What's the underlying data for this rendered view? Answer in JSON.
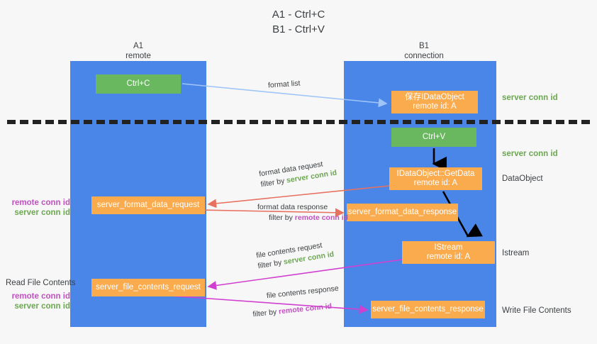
{
  "title": {
    "line1": "A1 - Ctrl+C",
    "line2": "B1 - Ctrl+V"
  },
  "lanes": {
    "a1": {
      "name": "A1",
      "subtitle": "remote"
    },
    "b1": {
      "name": "B1",
      "subtitle": "connection"
    }
  },
  "boxes": {
    "ctrl_c": "Ctrl+C",
    "ctrl_v": "Ctrl+V",
    "idataobject": {
      "line1": "保存IDataObject",
      "line2": "remote id: A"
    },
    "getdata": {
      "line1": "IDataObject::GetData",
      "line2": "remote id: A"
    },
    "istream": {
      "line1": "IStream",
      "line2": "remote id: A"
    },
    "server_format_data_request": "server_format_data_request",
    "server_format_data_response": "server_format_data_response",
    "server_file_contents_request": "server_file_contents_request",
    "server_file_contents_response": "server_file_contents_response"
  },
  "arrow_labels": {
    "format_list": "format list",
    "format_data_request": "format data request",
    "format_data_request_filter_prefix": "filter by ",
    "format_data_request_filter_value": "server conn id",
    "format_data_response": "format data response",
    "format_data_response_filter_prefix": "filter by ",
    "format_data_response_filter_value": "remote conn id",
    "file_contents_request": "file contents request",
    "file_contents_request_filter_prefix": "filter by ",
    "file_contents_request_filter_value": "server conn id",
    "file_contents_response": "file contents response",
    "file_contents_response_filter_prefix": "filter by ",
    "file_contents_response_filter_value": "remote conn id"
  },
  "side_notes": {
    "server_conn_id_top": "server conn id",
    "server_conn_id_mid": "server conn id",
    "dataobject": "DataObject",
    "istream": "Istream",
    "write_file_contents": "Write File Contents",
    "read_file_contents": "Read File Contents",
    "remote_conn_id": "remote conn id",
    "server_conn_id": "server conn id"
  },
  "colors": {
    "lane": "#4a86e8",
    "green_box": "#69b85f",
    "orange_box": "#f9ab4e",
    "green_text": "#6aa84f",
    "magenta_text": "#c151c1",
    "arrow_format_list": "#9fc5f8",
    "arrow_format_data": "#e8705f",
    "arrow_file_contents": "#d13fd1",
    "arrow_flow": "#000000",
    "divider": "#222222",
    "background": "#f7f7f7"
  }
}
